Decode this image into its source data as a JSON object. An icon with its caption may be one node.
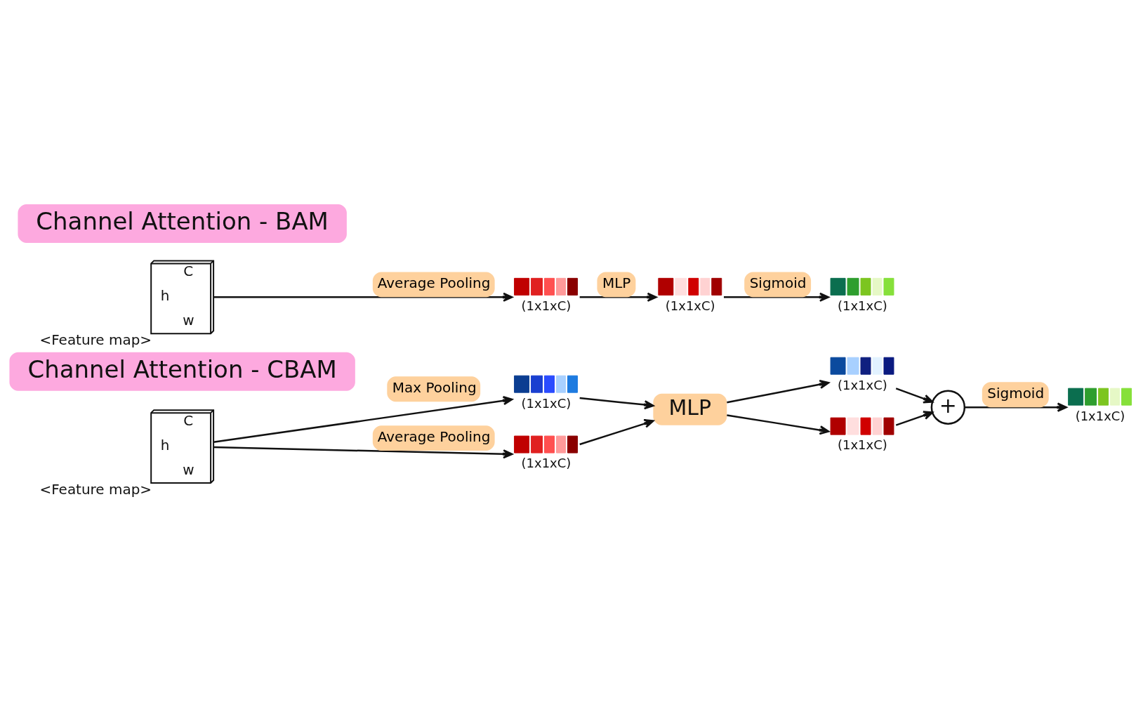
{
  "diagram": {
    "nodes": [
      {
        "text": [
          "Channel Attention - BAM"
        ]
      },
      {
        "text": [
          "C",
          "h",
          "w"
        ],
        "beside": [
          "<Feature map>"
        ]
      },
      {
        "text": [],
        "shape": "bar",
        "beside": [
          "(1x1xC)"
        ]
      },
      {
        "text": [],
        "shape": "bar",
        "beside": [
          "(1x1xC)"
        ]
      },
      {
        "text": [],
        "shape": "bar",
        "beside": [
          "(1x1xC)"
        ]
      },
      {
        "text": [
          "Channel Attention - CBAM"
        ]
      },
      {
        "text": [
          "C",
          "h",
          "w"
        ],
        "beside": [
          "<Feature map>"
        ]
      },
      {
        "text": [],
        "shape": "bar",
        "beside": [
          "(1x1xC)"
        ]
      },
      {
        "text": [],
        "shape": "bar",
        "beside": [
          "(1x1xC)"
        ]
      },
      {
        "text": [
          "MLP"
        ]
      },
      {
        "text": [],
        "shape": "bar",
        "beside": [
          "(1x1xC)"
        ]
      },
      {
        "text": [],
        "shape": "bar",
        "beside": [
          "(1x1xC)"
        ]
      },
      {
        "text": [
          "+"
        ]
      },
      {
        "text": [],
        "shape": "bar",
        "beside": [
          "(1x1xC)"
        ]
      }
    ],
    "edges": [
      {
        "from": 1,
        "to": 2,
        "arrow": "to",
        "label": "Average Pooling"
      },
      {
        "from": 2,
        "to": 3,
        "arrow": "to",
        "label": "MLP"
      },
      {
        "from": 3,
        "to": 4,
        "arrow": "to",
        "label": "Sigmoid"
      },
      {
        "from": 6,
        "to": 7,
        "arrow": "to",
        "label": "Max Pooling"
      },
      {
        "from": 6,
        "to": 8,
        "arrow": "to",
        "label": "Average Pooling"
      },
      {
        "from": 7,
        "to": 9,
        "arrow": "to"
      },
      {
        "from": 8,
        "to": 9,
        "arrow": "to"
      },
      {
        "from": 9,
        "to": 10,
        "arrow": "to"
      },
      {
        "from": 9,
        "to": 11,
        "arrow": "to"
      },
      {
        "from": 10,
        "to": 12,
        "arrow": "to"
      },
      {
        "from": 11,
        "to": 12,
        "arrow": "to"
      },
      {
        "from": 12,
        "to": 13,
        "arrow": "to",
        "label": "Sigmoid"
      }
    ]
  }
}
